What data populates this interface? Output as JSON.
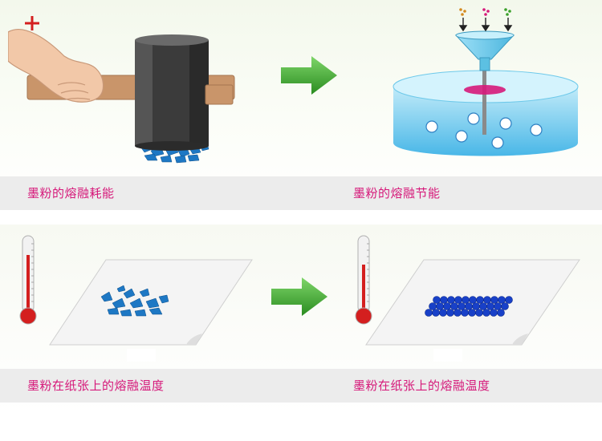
{
  "panels": [
    {
      "caption": "墨粉的熔融耗能"
    },
    {
      "caption": "墨粉的熔融节能"
    },
    {
      "caption": "墨粉在纸张上的熔融温度"
    },
    {
      "caption": "墨粉在纸张上的熔融温度"
    }
  ],
  "icons": {
    "hand": "hand-icon",
    "hammer": "hammer-icon",
    "arrow": "green-arrow-icon",
    "funnel": "funnel-icon",
    "tank": "water-tank-icon",
    "thermometer": "thermometer-icon",
    "paper": "paper-sheet-icon"
  },
  "colors": {
    "caption": "#d6197a",
    "arrow": "#3aa02a",
    "toner": "#1e78c4",
    "fused_toner": "#1840c8",
    "water": "#7fd4f2",
    "thermometer": "#d41f1f"
  }
}
